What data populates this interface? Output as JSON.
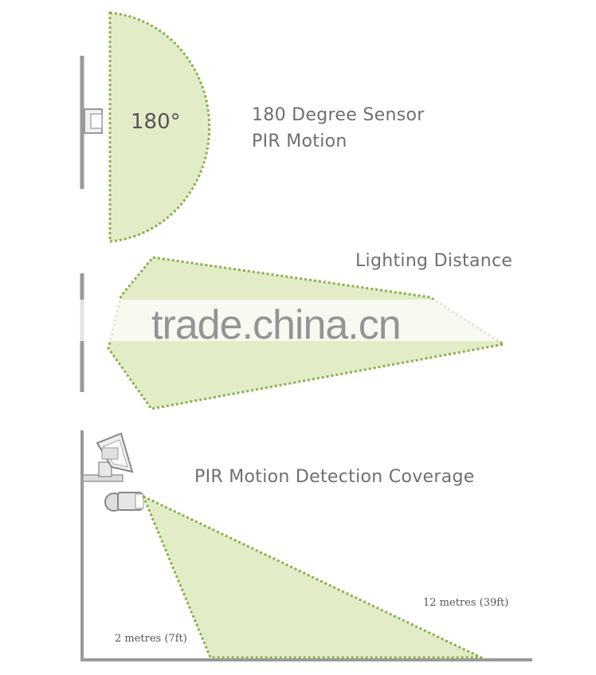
{
  "sensor": {
    "angle_label": "180°",
    "title_line1": "180 Degree Sensor",
    "title_line2": "PIR Motion"
  },
  "lighting": {
    "title": "Lighting Distance"
  },
  "coverage": {
    "title": "PIR Motion Detection Coverage",
    "near_label": "2 metres (7ft)",
    "far_label": "12 metres (39ft)"
  },
  "watermark": "trade.china.cn",
  "colors": {
    "fill": "#e2edc8",
    "outline": "#8ab04a",
    "wall": "#9a9a9a"
  }
}
